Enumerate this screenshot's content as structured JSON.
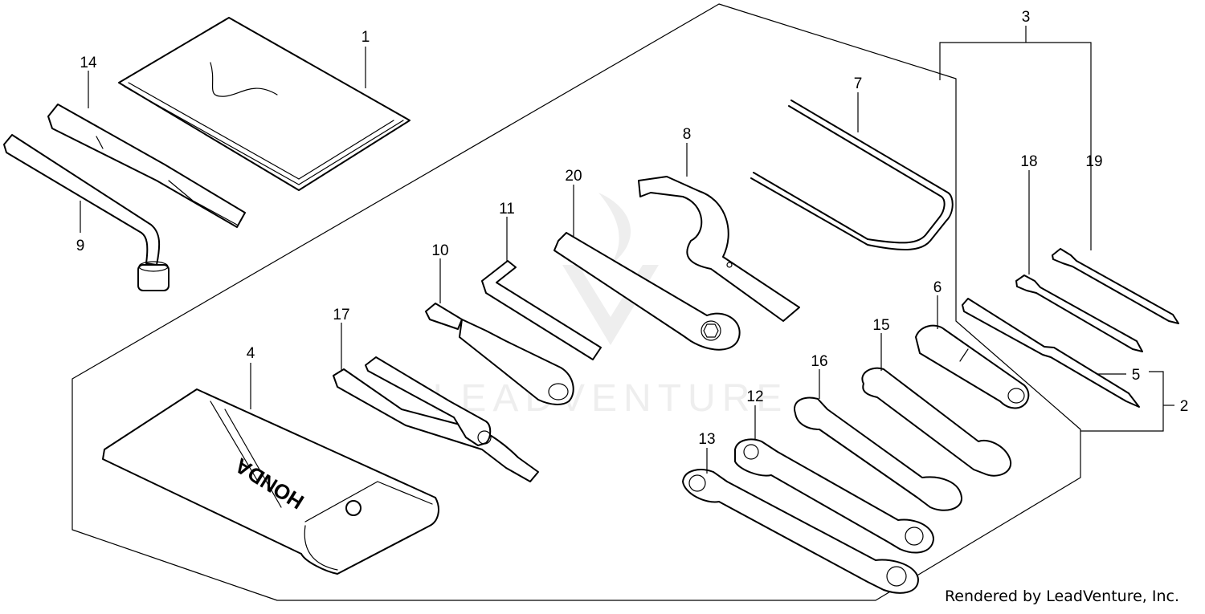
{
  "diagram": {
    "part_numbers": [
      "1",
      "2",
      "3",
      "4",
      "5",
      "6",
      "7",
      "8",
      "9",
      "10",
      "11",
      "12",
      "13",
      "14",
      "15",
      "16",
      "17",
      "18",
      "19",
      "20"
    ],
    "pouch_brand": "HONDA",
    "watermark": "LEADVENTURE",
    "credit": "Rendered by LeadVenture, Inc."
  }
}
